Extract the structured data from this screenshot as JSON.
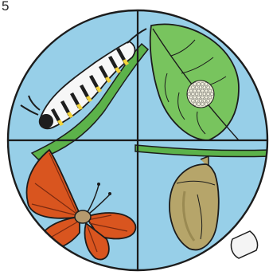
{
  "corner_label": "5",
  "colors": {
    "sky": "#97cfe8",
    "outline": "#1c1c1c",
    "leaf": "#78c45e",
    "leaf_light": "#9bd77e",
    "stem": "#5cb24a",
    "egg": "#f3f1e0",
    "caterpillar_yellow": "#f2d33a",
    "caterpillar_black": "#1e1e1e",
    "caterpillar_white": "#f7f7f7",
    "chrysalis": "#b6a56a",
    "chrysalis_shade": "#9a8a52",
    "wing_orange": "#d9551f",
    "wing_vein": "#7a2a10",
    "body_tan": "#b59a6e",
    "pin": "#f4f4f4"
  },
  "stages": [
    {
      "quadrant": "top-left",
      "icon": "caterpillar-icon"
    },
    {
      "quadrant": "top-right",
      "icon": "egg-cluster-on-leaf-icon"
    },
    {
      "quadrant": "bottom-right",
      "icon": "chrysalis-icon"
    },
    {
      "quadrant": "bottom-left",
      "icon": "butterfly-icon"
    }
  ]
}
